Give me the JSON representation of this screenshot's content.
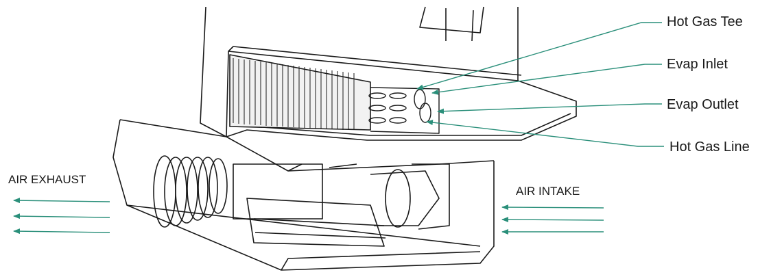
{
  "labels": {
    "hot_gas_tee": "Hot Gas Tee",
    "evap_inlet": "Evap Inlet",
    "evap_outlet": "Evap Outlet",
    "hot_gas_line": "Hot Gas Line",
    "air_exhaust": "AIR EXHAUST",
    "air_intake": "AIR INTAKE"
  },
  "colors": {
    "leader": "#2a8f7a",
    "arrow": "#2a8f7a",
    "linework": "#1a1a1a",
    "background": "#ffffff"
  }
}
